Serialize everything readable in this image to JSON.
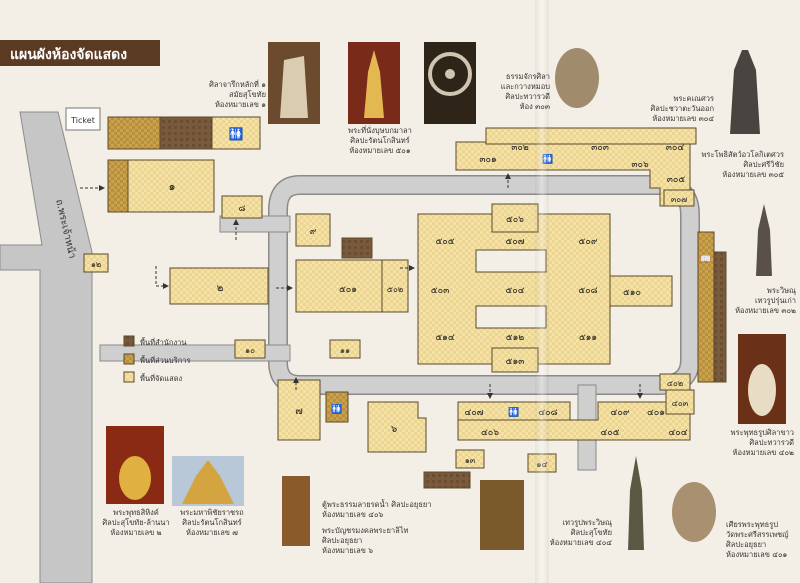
{
  "title": "แผนผังห้องจัดแสดง",
  "road_label": "ถ.พระเจ้าหน้า",
  "ticket": "Ticket",
  "legend": [
    {
      "label": "พื้นที่สำนักงาน",
      "color": "#7a5a3c"
    },
    {
      "label": "พื้นที่ส่วนบริการ",
      "color": "#c9a24e"
    },
    {
      "label": "พื้นที่จัดแสดง",
      "color": "#f4e2a8"
    }
  ],
  "colors": {
    "path": "#c9c9c9",
    "path_edge": "#8a8a8a",
    "room": "#f4e2a8",
    "room_edge": "#5b4a2a",
    "service": "#c9a24e",
    "office": "#7a5a3c",
    "road": "#bdbdbd"
  },
  "rooms": {
    "r1": "๑",
    "r2": "๒",
    "r6": "๖",
    "r7": "๗",
    "r8": "๘",
    "r9": "๙",
    "r10": "๑๐",
    "r11": "๑๑",
    "r12": "๑๒",
    "r13": "๑๓",
    "r14": "๑๔",
    "r301": "๓๐๑",
    "r302": "๓๐๒",
    "r303": "๓๐๓",
    "r304": "๓๐๔",
    "r305": "๓๐๕",
    "r306": "๓๐๖",
    "r307": "๓๐๗",
    "r401": "๔๐๑",
    "r402": "๔๐๒",
    "r403": "๔๐๓",
    "r404": "๔๐๔",
    "r405": "๔๐๕",
    "r406": "๔๐๖",
    "r407": "๔๐๗",
    "r408": "๔๐๘",
    "r409": "๔๐๙",
    "r501": "๕๐๑",
    "r502": "๕๐๒",
    "r503": "๕๐๓",
    "r504": "๕๐๔",
    "r505": "๕๐๕",
    "r506": "๕๐๖",
    "r507": "๕๐๗",
    "r508": "๕๐๘",
    "r509": "๕๐๙",
    "r510": "๕๑๐",
    "r511": "๕๑๑",
    "r512": "๕๑๒",
    "r513": "๕๑๓",
    "r514": "๕๑๔"
  },
  "captions": {
    "c1": "ศิลาจารึกหลักที่ ๑\nสมัยสุโขทัย\nห้องหมายเลข ๑",
    "c2": "พระที่นั่งบุษบกมาลา\nศิลปะรัตนโกสินทร์\nห้องหมายเลข ๕๐๑",
    "c3": "ธรรมจักรศิลา\nและกวางหมอบ\nศิลปะทวารวดี\nห้อง ๓๐๓",
    "c4": "พระคเณศวร\nศิลปะชวาตะวันออก\nห้องหมายเลข ๓๐๔",
    "c5": "พระโพธิสัตว์อวโลกิเตศวร\nศิลปะศรีวิชัย\nห้องหมายเลข ๓๐๕",
    "c6": "พระวิษณุ\nเทวรูปรุ่นเก่า\nห้องหมายเลข ๓๐๒",
    "c7": "พระพุทธรูปศิลาขาว\nศิลปะทวารวดี\nห้องหมายเลข ๔๐๒",
    "c8": "พระพุทธสิหิงค์\nศิลปะสุโขทัย-ล้านนา\nห้องหมายเลข ๒",
    "c9": "พระมหาพิชัยราชรถ\nศิลปะรัตนโกสินทร์\nห้องหมายเลข ๗",
    "c10": "ตู้พระธรรมลายรดน้ำ ศิลปะอยุธยา\nห้องหมายเลข ๔๐๖",
    "c11": "พระบัญชรมงคลพระยาลิไท\nศิลปะอยุธยา\nห้องหมายเลข ๖",
    "c12": "เทวรูปพระวิษณุ\nศิลปะสุโขทัย\nห้องหมายเลข ๔๐๔",
    "c13": "เศียรพระพุทธรูป\nวัดพระศรีสรรเพชญ์\nศิลปะอยุธยา\nห้องหมายเลข ๔๐๑"
  }
}
